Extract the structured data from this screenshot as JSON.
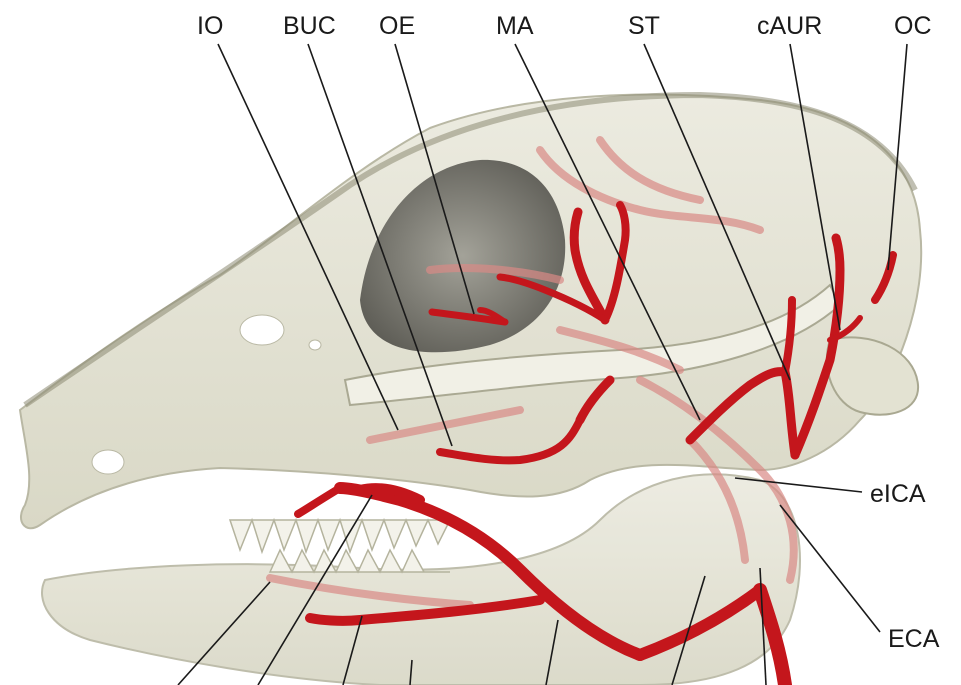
{
  "labels": {
    "io": "IO",
    "buc": "BUC",
    "oe": "OE",
    "ma": "MA",
    "st": "ST",
    "caur": "cAUR",
    "oc": "OC",
    "eica": "eICA",
    "eca": "ECA"
  },
  "colors": {
    "bone": "#e6e6d7",
    "bone_shadow": "#b9b8a4",
    "orbit": "#6b6a62",
    "artery": "#c4161c",
    "artery_faded": "#d98a86",
    "leader_line": "#1a1a1a"
  }
}
